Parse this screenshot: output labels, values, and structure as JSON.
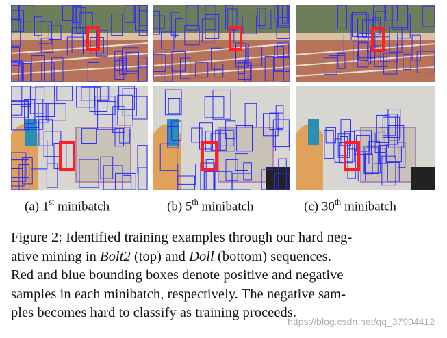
{
  "subfigures": [
    {
      "label": "(a)",
      "ordinal": "1",
      "sup": "st",
      "word": "minibatch"
    },
    {
      "label": "(b)",
      "ordinal": "5",
      "sup": "th",
      "word": "minibatch"
    },
    {
      "label": "(c)",
      "ordinal": "30",
      "sup": "th",
      "word": "minibatch"
    }
  ],
  "caption": {
    "line1": "Figure 2: Identified training examples through our hard neg-",
    "line2_a": "ative mining in ",
    "line2_bolt": "Bolt2",
    "line2_b": " (top) and ",
    "line2_doll": "Doll",
    "line2_c": " (bottom) sequences.",
    "line3": "Red and blue bounding boxes denote positive and negative",
    "line4": "samples in each minibatch, respectively. The negative sam-",
    "line5": "ples becomes hard to classify as training proceeds."
  },
  "watermark": "https://blog.csdn.net/qq_37904412",
  "colors": {
    "positive": "#ff1f1f",
    "negative": "#2b2bff"
  }
}
